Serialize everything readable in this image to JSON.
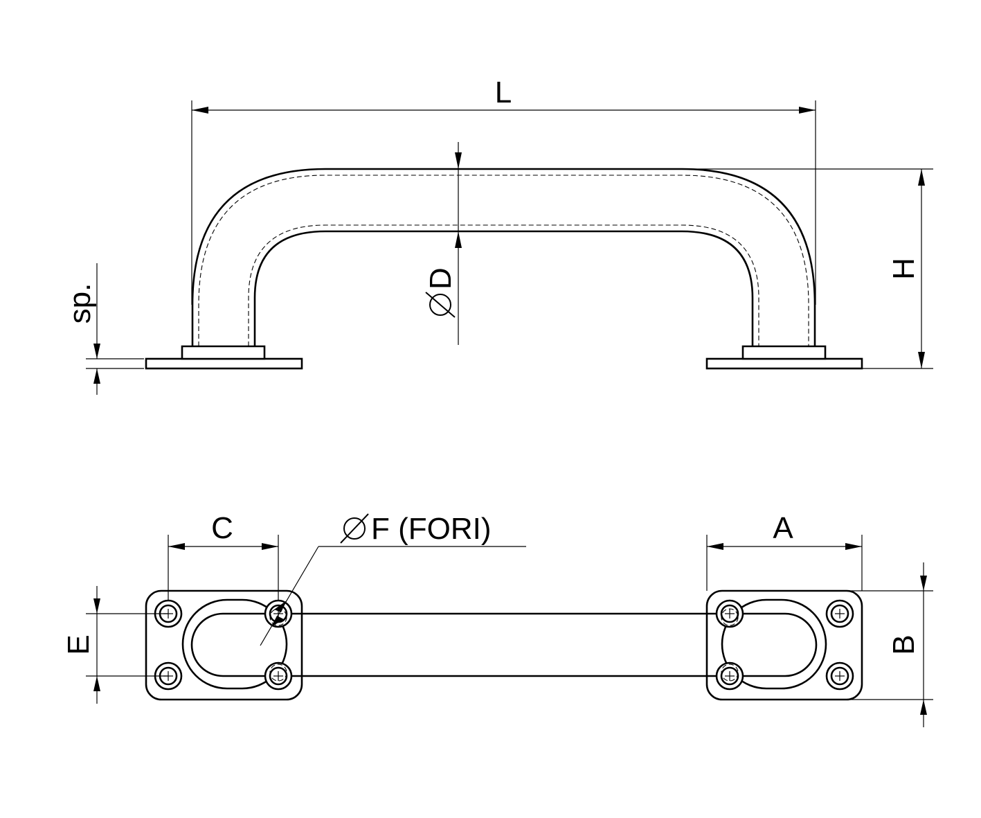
{
  "labels": {
    "length": "L",
    "height": "H",
    "tube_diameter": "D",
    "thickness": "sp.",
    "plate_length_left": "C",
    "plate_length_right": "A",
    "hole_diameter": "F (FORI)",
    "hole_spacing": "E",
    "plate_width": "B"
  },
  "symbols": {
    "diameter": "diameter-icon"
  },
  "colors": {
    "line": "#000000",
    "background": "#ffffff"
  }
}
